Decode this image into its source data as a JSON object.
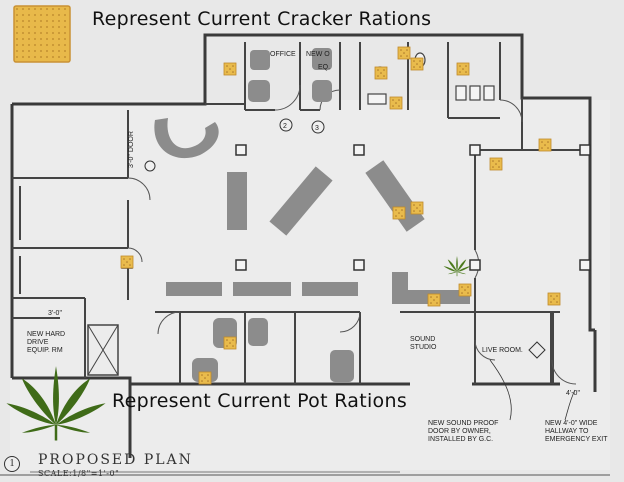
{
  "legend": {
    "cracker_label": "Represent Current Cracker Rations",
    "pot_label": "Represent Current Pot Rations",
    "cracker_icon": "cracker-icon",
    "pot_icon": "cannabis-leaf-icon"
  },
  "plan": {
    "title": "PROPOSED PLAN",
    "scale": "SCALE:1/8\"=1'-0\"",
    "sheet_number": "1"
  },
  "rooms": {
    "office": "OFFICE",
    "new_o": "NEW O",
    "eq": "EQ.",
    "new_hard_drive_1": "NEW HARD",
    "new_hard_drive_2": "DRIVE",
    "new_hard_drive_3": "EQUIP. RM",
    "sound_studio_1": "SOUND",
    "sound_studio_2": "STUDIO",
    "live_room": "LIVE ROOM.",
    "dim_door": "3'-0\" DOOR",
    "dim_3ft": "3'-0\"",
    "dim_4ft": "4'-0\""
  },
  "notes": {
    "soundproof_1": "NEW SOUND PROOF",
    "soundproof_2": "DOOR BY OWNER,",
    "soundproof_3": "INSTALLED BY G.C.",
    "hallway_1": "NEW 4'-0\" WIDE",
    "hallway_2": "HALLWAY TO",
    "hallway_3": "EMERGENCY EXIT"
  },
  "callouts": [
    "1",
    "2",
    "3"
  ],
  "colors": {
    "wall": "#3a3a3a",
    "furniture": "#8a8a8a",
    "cracker": "#e8b94a",
    "leaf": "#4c7a1e",
    "background": "#e6e6e6"
  }
}
